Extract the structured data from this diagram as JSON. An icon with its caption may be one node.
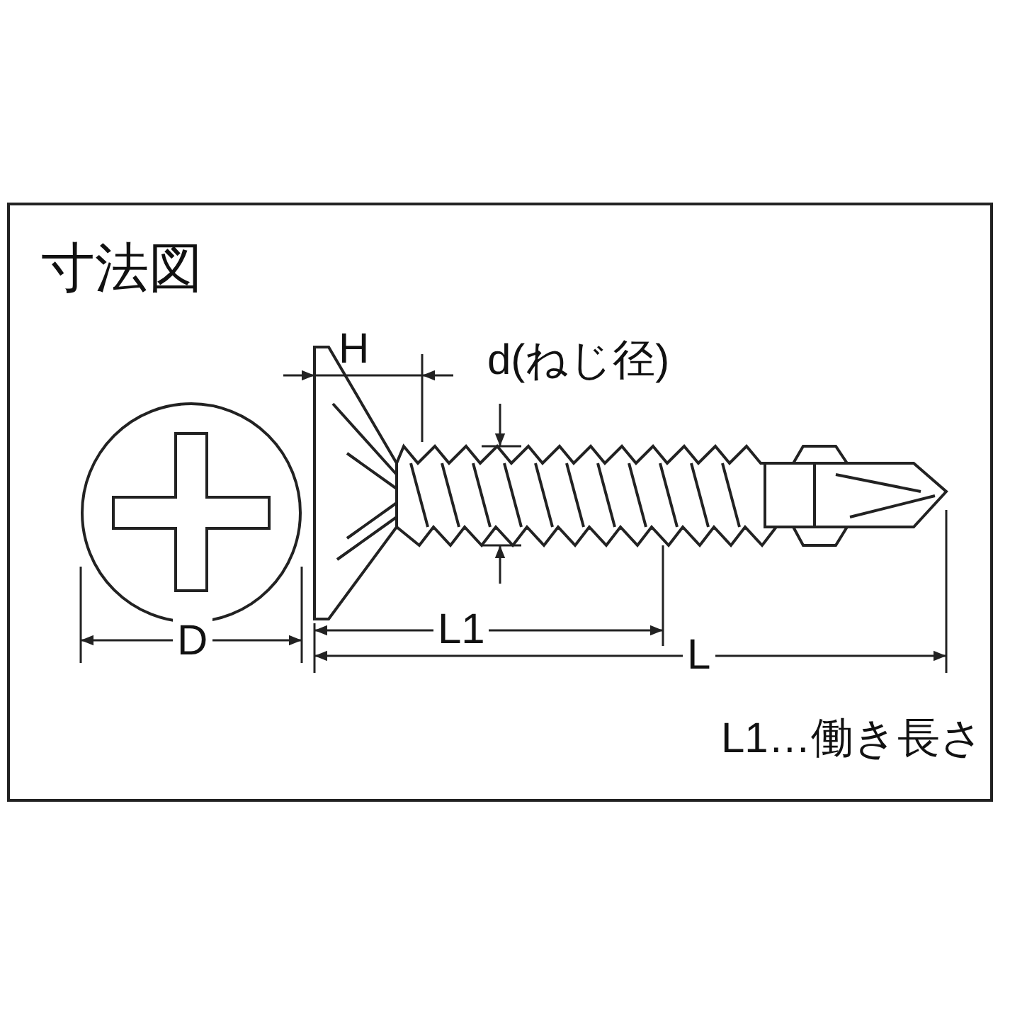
{
  "diagram": {
    "title": "寸法図",
    "labels": [
      "H",
      "d(ねじ径)",
      "D",
      "L1",
      "L",
      "L1…働き長さ"
    ]
  }
}
